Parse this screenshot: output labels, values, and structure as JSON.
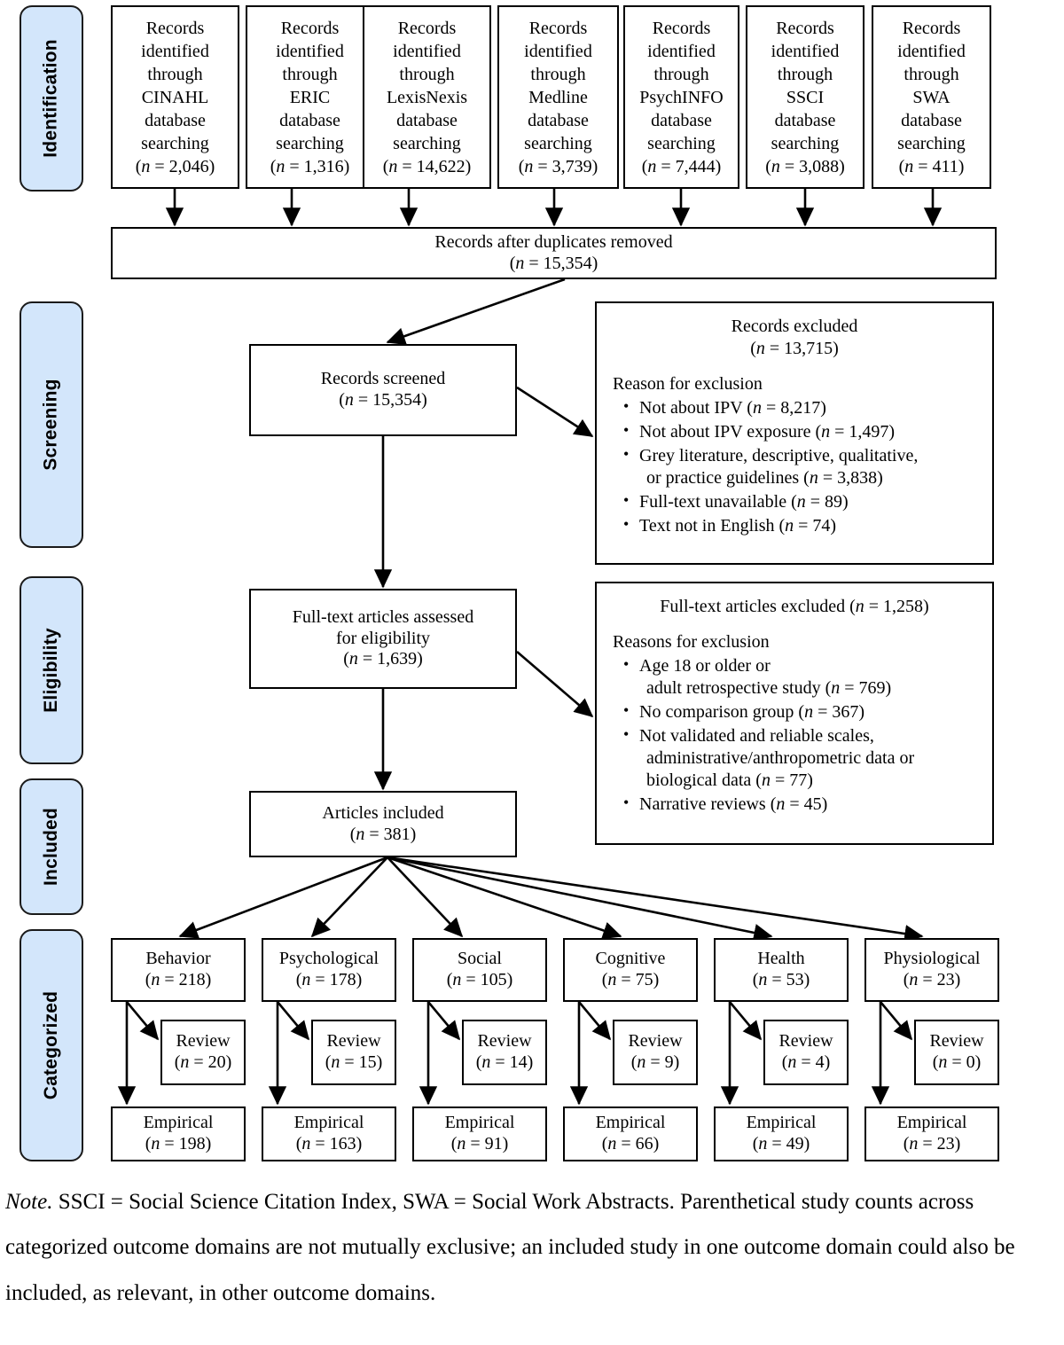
{
  "stages": [
    {
      "label": "Identification"
    },
    {
      "label": "Screening"
    },
    {
      "label": "Eligibility"
    },
    {
      "label": "Included"
    },
    {
      "label": "Categorized"
    }
  ],
  "identification": {
    "sources": [
      {
        "l1": "Records",
        "l2": "identified",
        "l3": "through",
        "l4": "CINAHL",
        "l5": "database",
        "l6": "searching",
        "n": "(n = 2,046)",
        "n_value": 2046,
        "database": "CINAHL"
      },
      {
        "l1": "Records",
        "l2": "identified",
        "l3": "through",
        "l4": "ERIC",
        "l5": "database",
        "l6": "searching",
        "n": "(n = 1,316)",
        "n_value": 1316,
        "database": "ERIC"
      },
      {
        "l1": "Records",
        "l2": "identified",
        "l3": "through",
        "l4": "LexisNexis",
        "l5": "database",
        "l6": "searching",
        "n": "(n = 14,622)",
        "n_value": 14622,
        "database": "LexisNexis"
      },
      {
        "l1": "Records",
        "l2": "identified",
        "l3": "through",
        "l4": "Medline",
        "l5": "database",
        "l6": "searching",
        "n": "(n = 3,739)",
        "n_value": 3739,
        "database": "Medline"
      },
      {
        "l1": "Records",
        "l2": "identified",
        "l3": "through",
        "l4": "PsychINFO",
        "l5": "database",
        "l6": "searching",
        "n": "(n = 7,444)",
        "n_value": 7444,
        "database": "PsychINFO"
      },
      {
        "l1": "Records",
        "l2": "identified",
        "l3": "through",
        "l4": "SSCI",
        "l5": "database",
        "l6": "searching",
        "n": "(n = 3,088)",
        "n_value": 3088,
        "database": "SSCI"
      },
      {
        "l1": "Records",
        "l2": "identified",
        "l3": "through",
        "l4": "SWA",
        "l5": "database",
        "l6": "searching",
        "n": "(n = 411)",
        "n_value": 411,
        "database": "SWA"
      }
    ],
    "duplicates_removed": {
      "title": "Records after duplicates removed",
      "n": "(n = 15,354)",
      "n_value": 15354
    }
  },
  "screening": {
    "records_screened": {
      "title": "Records screened",
      "n": "(n = 15,354)",
      "n_value": 15354
    },
    "records_excluded": {
      "title": "Records excluded",
      "n": "(n = 13,715)",
      "n_value": 13715,
      "reason_heading": "Reason for exclusion",
      "reasons": [
        {
          "text": "Not about IPV (n = 8,217)",
          "n_value": 8217
        },
        {
          "text": "Not about IPV exposure (n = 1,497)",
          "n_value": 1497
        },
        {
          "text": "Grey literature, descriptive, qualitative,",
          "cont": "or practice guidelines (n = 3,838)",
          "n_value": 3838
        },
        {
          "text": "Full-text unavailable (n = 89)",
          "n_value": 89
        },
        {
          "text": "Text not in English (n = 74)",
          "n_value": 74
        }
      ]
    }
  },
  "eligibility": {
    "assessed": {
      "l1": "Full-text articles assessed",
      "l2": "for eligibility",
      "n": "(n = 1,639)",
      "n_value": 1639
    },
    "excluded": {
      "title": "Full-text articles excluded (n = 1,258)",
      "n_value": 1258,
      "reason_heading": "Reasons for exclusion",
      "reasons": [
        {
          "text": "Age 18 or older or",
          "cont": "adult retrospective study (n = 769)",
          "n_value": 769
        },
        {
          "text": "No comparison group (n = 367)",
          "n_value": 367
        },
        {
          "text": "Not validated and reliable scales,",
          "cont": "administrative/anthropometric data or",
          "cont2": "biological data (n = 77)",
          "n_value": 77
        },
        {
          "text": "Narrative reviews (n = 45)",
          "n_value": 45
        }
      ]
    }
  },
  "included": {
    "articles_included": {
      "title": "Articles included",
      "n": "(n = 381)",
      "n_value": 381
    }
  },
  "categorized": {
    "domains": [
      {
        "name": "Behavior",
        "n": "(n = 218)",
        "n_value": 218,
        "review_label": "Review",
        "review_n": "(n = 20)",
        "review_value": 20,
        "empirical_label": "Empirical",
        "empirical_n": "(n = 198)",
        "empirical_value": 198
      },
      {
        "name": "Psychological",
        "n": "(n = 178)",
        "n_value": 178,
        "review_label": "Review",
        "review_n": "(n = 15)",
        "review_value": 15,
        "empirical_label": "Empirical",
        "empirical_n": "(n = 163)",
        "empirical_value": 163
      },
      {
        "name": "Social",
        "n": "(n = 105)",
        "n_value": 105,
        "review_label": "Review",
        "review_n": "(n = 14)",
        "review_value": 14,
        "empirical_label": "Empirical",
        "empirical_n": "(n = 91)",
        "empirical_value": 91
      },
      {
        "name": "Cognitive",
        "n": "(n = 75)",
        "n_value": 75,
        "review_label": "Review",
        "review_n": "(n = 9)",
        "review_value": 9,
        "empirical_label": "Empirical",
        "empirical_n": "(n = 66)",
        "empirical_value": 66
      },
      {
        "name": "Health",
        "n": "(n = 53)",
        "n_value": 53,
        "review_label": "Review",
        "review_n": "(n = 4)",
        "review_value": 4,
        "empirical_label": "Empirical",
        "empirical_n": "(n = 49)",
        "empirical_value": 49
      },
      {
        "name": "Physiological",
        "n": "(n = 23)",
        "n_value": 23,
        "review_label": "Review",
        "review_n": "(n = 0)",
        "review_value": 0,
        "empirical_label": "Empirical",
        "empirical_n": "(n = 23)",
        "empirical_value": 23
      }
    ]
  },
  "note": {
    "prefix": "Note.",
    "body": " SSCI = Social Science Citation Index, SWA = Social Work Abstracts. Parenthetical study counts across categorized outcome domains are not mutually exclusive; an included study in one outcome domain could also be included, as relevant, in other outcome domains."
  },
  "colors": {
    "stage_fill": "#d3e6fb",
    "stage_border": "#1a1a1a",
    "box_border": "#000000",
    "background": "#ffffff"
  }
}
